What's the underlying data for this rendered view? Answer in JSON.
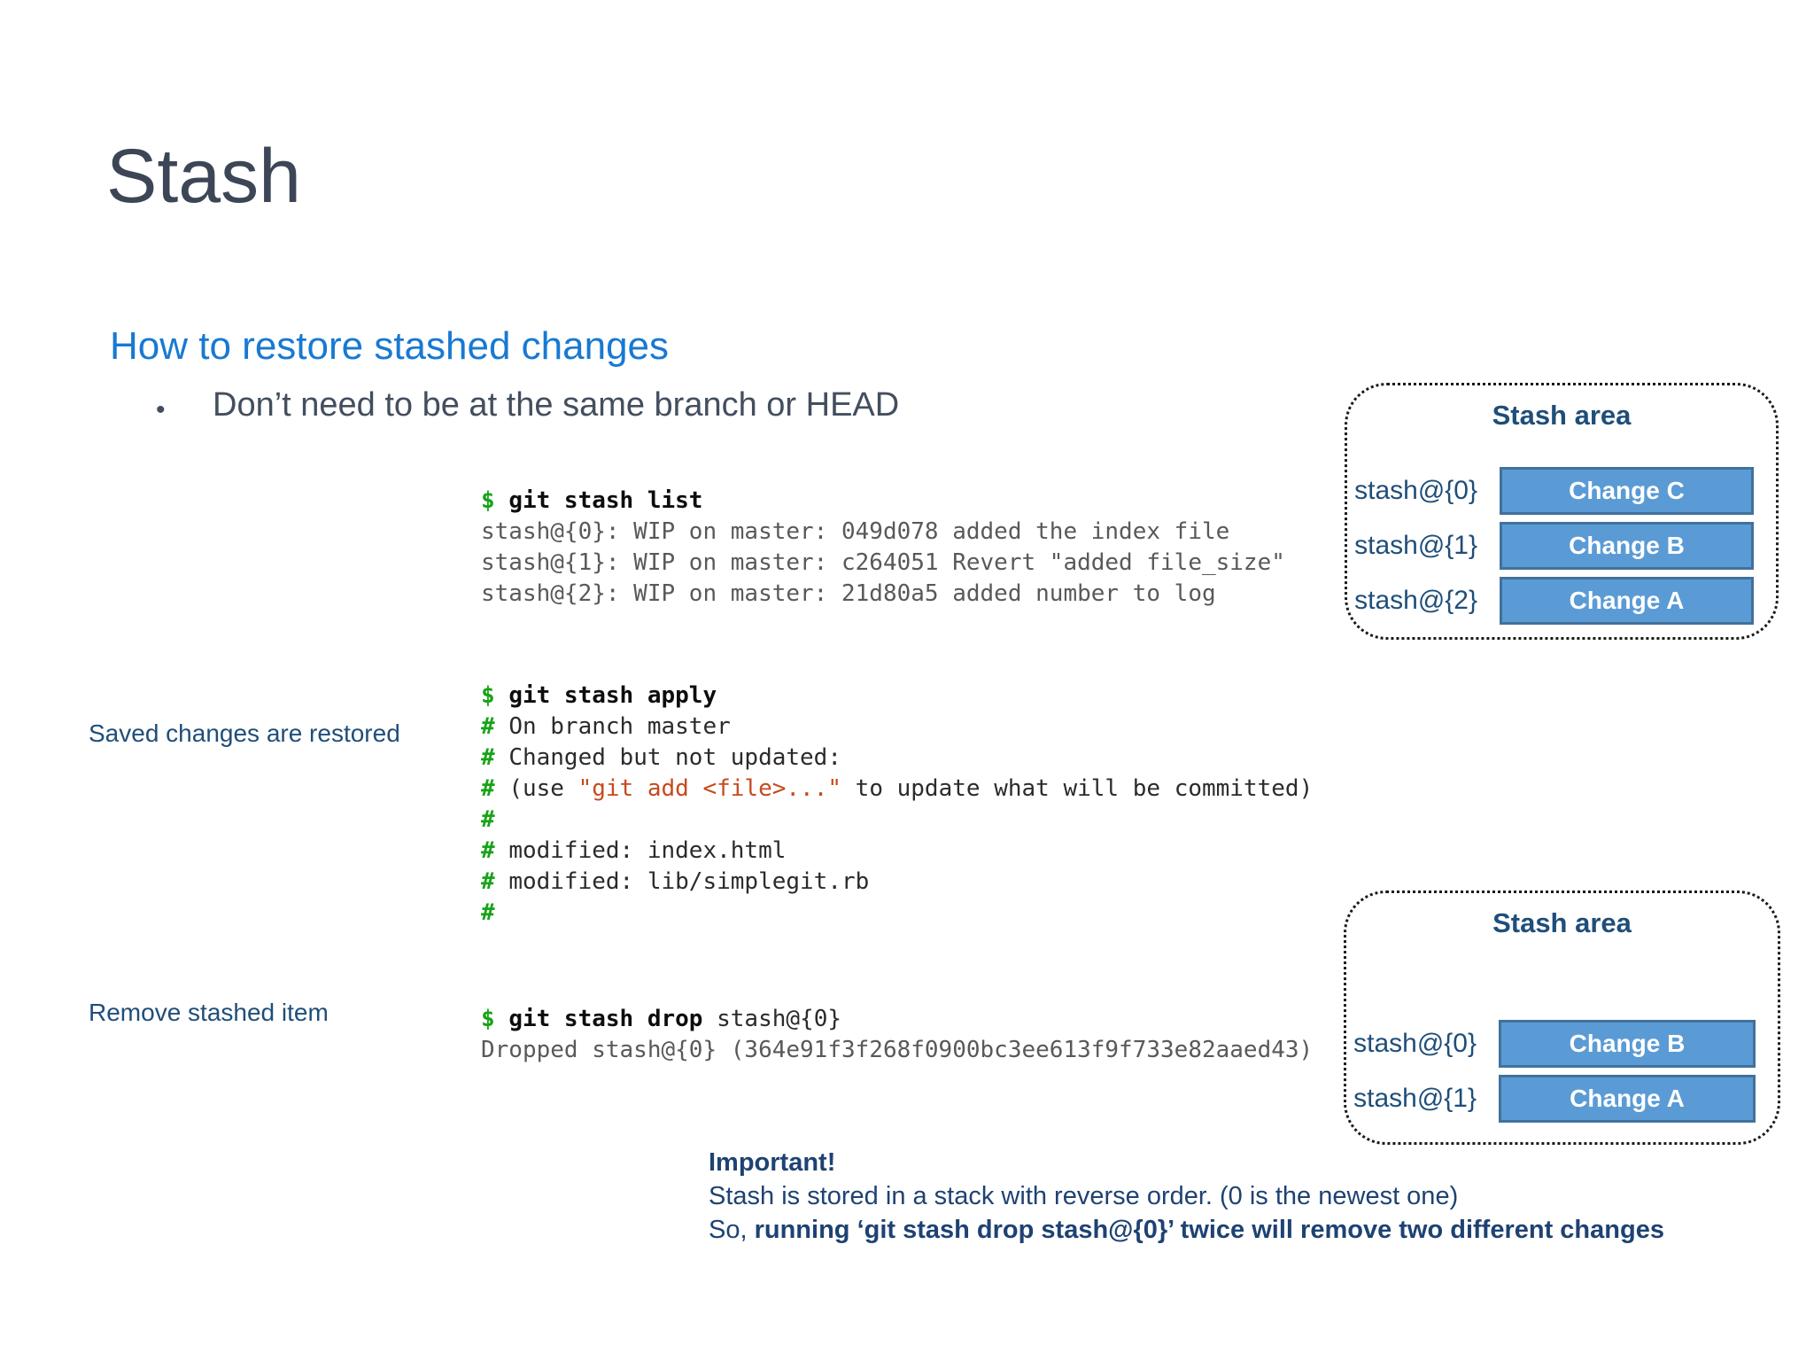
{
  "slide": {
    "title": "Stash",
    "heading": "How to restore stashed changes",
    "bullet_marker": "•",
    "bullet_text": "Don’t need to be at the same branch or HEAD"
  },
  "side_labels": {
    "restored": "Saved changes are restored",
    "remove": "Remove stashed item"
  },
  "code_blocks": [
    {
      "name": "git-stash-list",
      "lines": [
        [
          {
            "t": "$ ",
            "c": "prompt"
          },
          {
            "t": "git stash list",
            "c": "cmd"
          }
        ],
        [
          {
            "t": "stash@{0}: WIP on master: 049d078 added the index file",
            "c": "out"
          }
        ],
        [
          {
            "t": "stash@{1}: WIP on master: c264051 Revert \"added file_size\"",
            "c": "out"
          }
        ],
        [
          {
            "t": "stash@{2}: WIP on master: 21d80a5 added number to log",
            "c": "out"
          }
        ]
      ]
    },
    {
      "name": "git-stash-apply",
      "lines": [
        [
          {
            "t": "$ ",
            "c": "prompt"
          },
          {
            "t": "git stash apply",
            "c": "cmd"
          }
        ],
        [
          {
            "t": "# ",
            "c": "hash"
          },
          {
            "t": "On branch master",
            "c": "code"
          }
        ],
        [
          {
            "t": "# ",
            "c": "hash"
          },
          {
            "t": "Changed but not updated:",
            "c": "code"
          }
        ],
        [
          {
            "t": "# ",
            "c": "hash"
          },
          {
            "t": "(use ",
            "c": "code"
          },
          {
            "t": "\"git add <file>...\"",
            "c": "red"
          },
          {
            "t": " to update what will be committed)",
            "c": "code"
          }
        ],
        [
          {
            "t": "#",
            "c": "hash"
          }
        ],
        [
          {
            "t": "# ",
            "c": "hash"
          },
          {
            "t": "modified: index.html",
            "c": "code"
          }
        ],
        [
          {
            "t": "# ",
            "c": "hash"
          },
          {
            "t": "modified: lib/simplegit.rb",
            "c": "code"
          }
        ],
        [
          {
            "t": "#",
            "c": "hash"
          }
        ]
      ]
    },
    {
      "name": "git-stash-drop",
      "lines": [
        [
          {
            "t": "$ ",
            "c": "prompt"
          },
          {
            "t": "git stash drop ",
            "c": "cmd"
          },
          {
            "t": "stash@{0}",
            "c": "code"
          }
        ],
        [
          {
            "t": "Dropped stash@{0} (364e91f3f268f0900bc3ee613f9f733e82aaed43)",
            "c": "out"
          }
        ]
      ]
    }
  ],
  "stash_areas": [
    {
      "title": "Stash area",
      "rows": [
        {
          "label": "stash@{0}",
          "change": "Change C"
        },
        {
          "label": "stash@{1}",
          "change": "Change B"
        },
        {
          "label": "stash@{2}",
          "change": "Change A"
        }
      ]
    },
    {
      "title": "Stash area",
      "rows": [
        {
          "label": "stash@{0}",
          "change": "Change B"
        },
        {
          "label": "stash@{1}",
          "change": "Change A"
        }
      ]
    }
  ],
  "important": {
    "title": "Important!",
    "line1": "Stash is stored in a stack with reverse order. (0 is the newest one)",
    "line2_prefix": "So, ",
    "line2_bold": "running ‘git stash drop stash@{0}’ twice will remove two different changes"
  },
  "colors": {
    "title_color": "#3C4656",
    "heading_color": "#1879D2",
    "body_color": "#434E5E",
    "navy": "#1F4E79",
    "important_color": "#1E4273",
    "green": "#17A317",
    "red": "#C64A1E",
    "code_output_gray": "#595959",
    "chip_fill": "#5B9BD5",
    "chip_border": "#41719C"
  }
}
